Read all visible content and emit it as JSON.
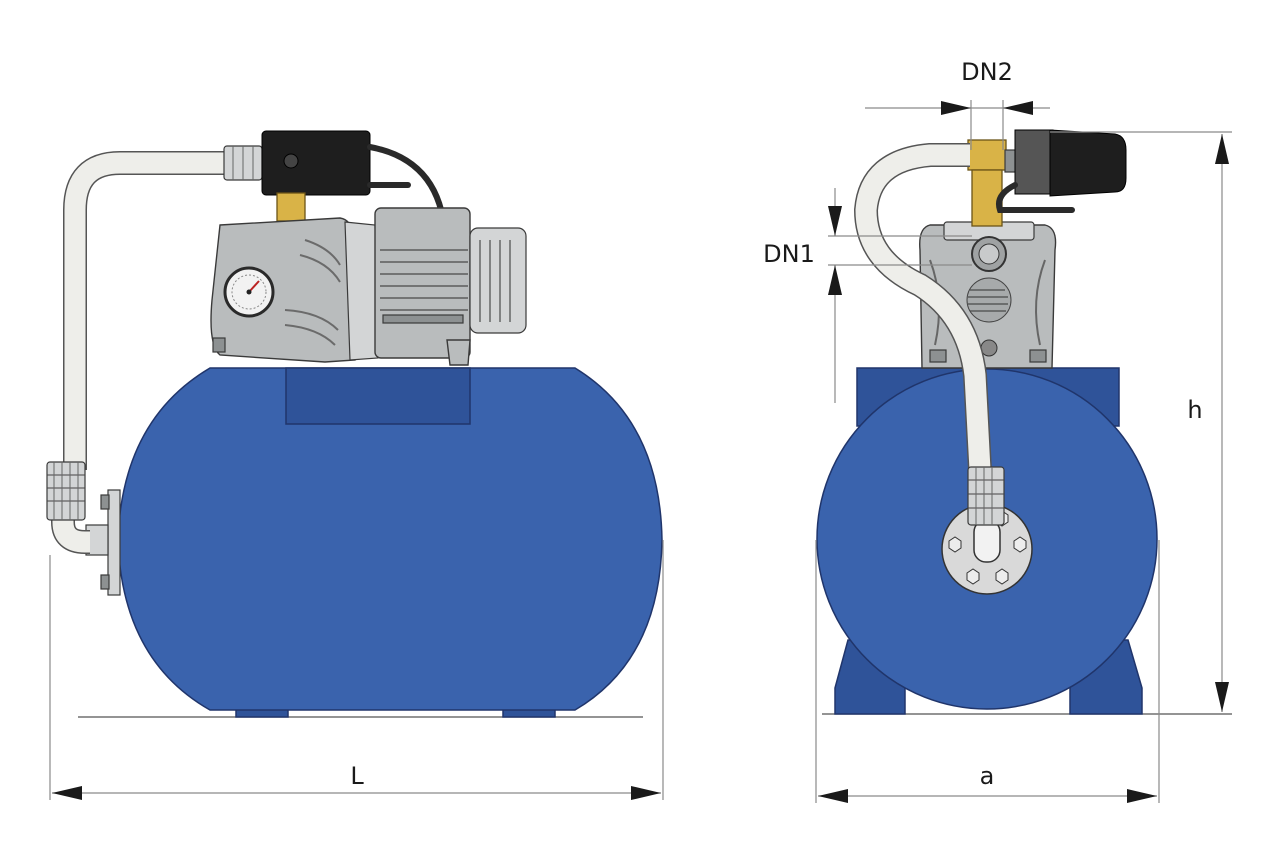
{
  "dimensions": {
    "length_label": "L",
    "width_label": "a",
    "height_label": "h",
    "outlet_label": "DN2",
    "inlet_label": "DN1"
  },
  "colors": {
    "tank": "#3a63ad",
    "pump_body": "#b9bcbd",
    "brass_fitting": "#d9b347",
    "pressure_switch": "#1e1e1e"
  }
}
